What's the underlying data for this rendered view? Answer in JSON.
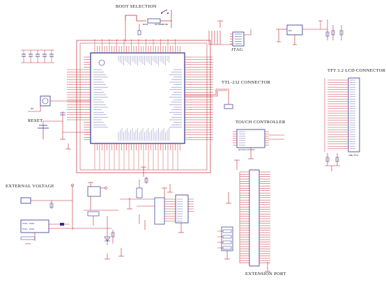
{
  "titles": {
    "boot_selection": "BOOT SELECTION",
    "jtag": "JTAG",
    "ttl232": "TTL-232 CONNECTOR",
    "tft_lcd": "TFT 3.2 LCD CONNECTOR",
    "touch_controller": "TOUCH CONTROLLER",
    "reset": "RESET",
    "external_voltage": "EXTERNAL VOLTAGE",
    "extension_port": "EXTENSION PORT"
  },
  "colors": {
    "wire_red": "#c0262b",
    "component_blue": "#2b2f8f",
    "pin_red": "#d23a3f",
    "chip_outline": "#c94a4f"
  }
}
